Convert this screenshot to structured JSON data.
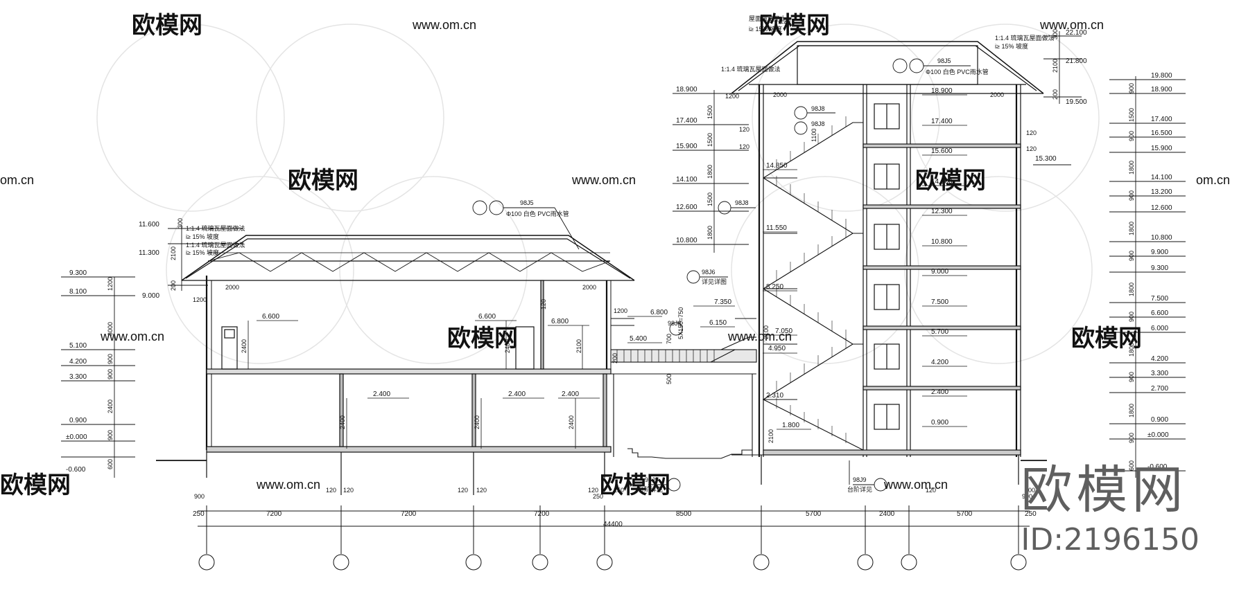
{
  "watermark": {
    "cn": "欧模网",
    "url": "www.om.cn",
    "short": "om.cn"
  },
  "brand": {
    "name": "欧模网",
    "id": "ID:2196150"
  },
  "left_elevations": [
    "11.600",
    "11.300",
    "9.300",
    "8.100",
    "9.000",
    "5.100",
    "4.200",
    "3.300",
    "0.900",
    "±0.000",
    "-0.600"
  ],
  "left_dims": [
    "300",
    "2100",
    "200",
    "1200",
    "3000",
    "900",
    "900",
    "2400",
    "900",
    "600",
    "1200"
  ],
  "stair_left_elevations": [
    "18.900",
    "17.400",
    "15.900",
    "14.100",
    "12.600",
    "10.800"
  ],
  "stair_left_dims": [
    "1500",
    "1500",
    "1800",
    "1500",
    "1800",
    "120",
    "120",
    "1200"
  ],
  "right_elevations": [
    "19.800",
    "18.900",
    "17.400",
    "16.500",
    "15.900",
    "14.100",
    "13.200",
    "12.600",
    "10.800",
    "9.900",
    "9.300",
    "7.500",
    "6.600",
    "6.000",
    "4.200",
    "3.300",
    "2.700",
    "0.900",
    "±0.000",
    "-0.600"
  ],
  "right_dims": [
    "900",
    "1500",
    "900",
    "1800",
    "900",
    "1800",
    "900",
    "1800",
    "900",
    "1800",
    "900",
    "1800",
    "900",
    "600"
  ],
  "roof_right_elevations": [
    "22.100",
    "21.800",
    "19.500",
    "15.300"
  ],
  "roof_right_dims": [
    "300",
    "2100",
    "200",
    "120",
    "120"
  ],
  "floor_elevations_tower": [
    "18.900",
    "17.400",
    "15.600",
    "14.100",
    "12.300",
    "10.800",
    "9.000",
    "7.500",
    "5.700",
    "4.200",
    "2.400",
    "0.900"
  ],
  "stair_elevations": [
    "14.850",
    "11.550",
    "8.250",
    "7.050",
    "4.950",
    "2.310",
    "1.800"
  ],
  "hall_elevations": [
    "6.600",
    "6.600",
    "6.800",
    "2.400",
    "2.400",
    "2.400"
  ],
  "corridor_elevations": [
    "6.800",
    "5.400",
    "7.350",
    "6.150"
  ],
  "misc_dims": [
    "2000",
    "2000",
    "2000",
    "2000",
    "120",
    "1200",
    "2400",
    "2400",
    "2100",
    "200",
    "2400",
    "2400",
    "2400",
    "500",
    "700",
    "2100",
    "2100",
    "900",
    "1100",
    "120",
    "250",
    "5X150=750"
  ],
  "refs": {
    "ref1": "98J5",
    "ref1_note": "Φ100 白色 PVC雨水管",
    "ref2": "98J8",
    "ref3": "98J6",
    "ref3_note": "详见详图",
    "ref4": "98J9",
    "ref4_note": "台阶详见",
    "roof_note_a": "1:1.4 琉璃瓦屋面做法",
    "roof_note_b": "i≥ 15% 坡度",
    "roof_note_c": "屋面做法见上"
  },
  "grid_dims": [
    "250",
    "7200",
    "7200",
    "7200",
    "8500",
    "5700",
    "2400",
    "5700",
    "250"
  ],
  "total_dim": "44400",
  "base_small": [
    "120",
    "120",
    "120",
    "120",
    "120",
    "120",
    "900",
    "900",
    "250"
  ]
}
